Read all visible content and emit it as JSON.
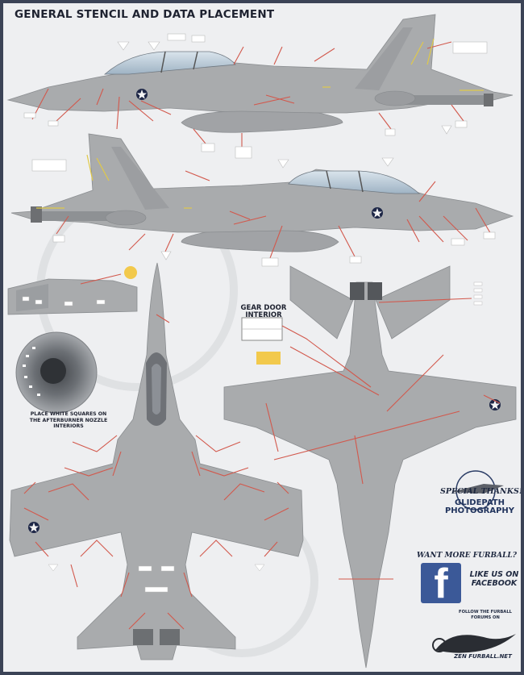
{
  "title": "GENERAL STENCIL AND DATA PLACEMENT",
  "labels": {
    "gear_door": "GEAR DOOR\nINTERIOR",
    "nozzle_note": "PLACE WHITE SQUARES ON\nTHE AFTERBURNER NOZZLE\nINTERIORS"
  },
  "credits": {
    "thanks": "SPECIAL THANKS!",
    "glidepath": "GLIDEPATH\nPHOTOGRAPHY",
    "want_more": "WANT MORE FURBALL?",
    "facebook_letter": "f",
    "like_us": "LIKE US ON\nFACEBOOK",
    "follow": "FOLLOW THE FURBALL\nFORUMS ON",
    "furball_site": "ZEN FURBALL.NET"
  },
  "colors": {
    "airframe": "#a9abad",
    "airframe_dark": "#8c8f92",
    "stencil_line": "#d2584c",
    "canopy": "#b9c8d4",
    "facebook": "#3b5998",
    "insignia_blue": "#1e2747"
  },
  "icons": [
    "facebook-icon",
    "glidepath-logo-icon",
    "furball-logo-icon",
    "national-insignia-icon"
  ]
}
